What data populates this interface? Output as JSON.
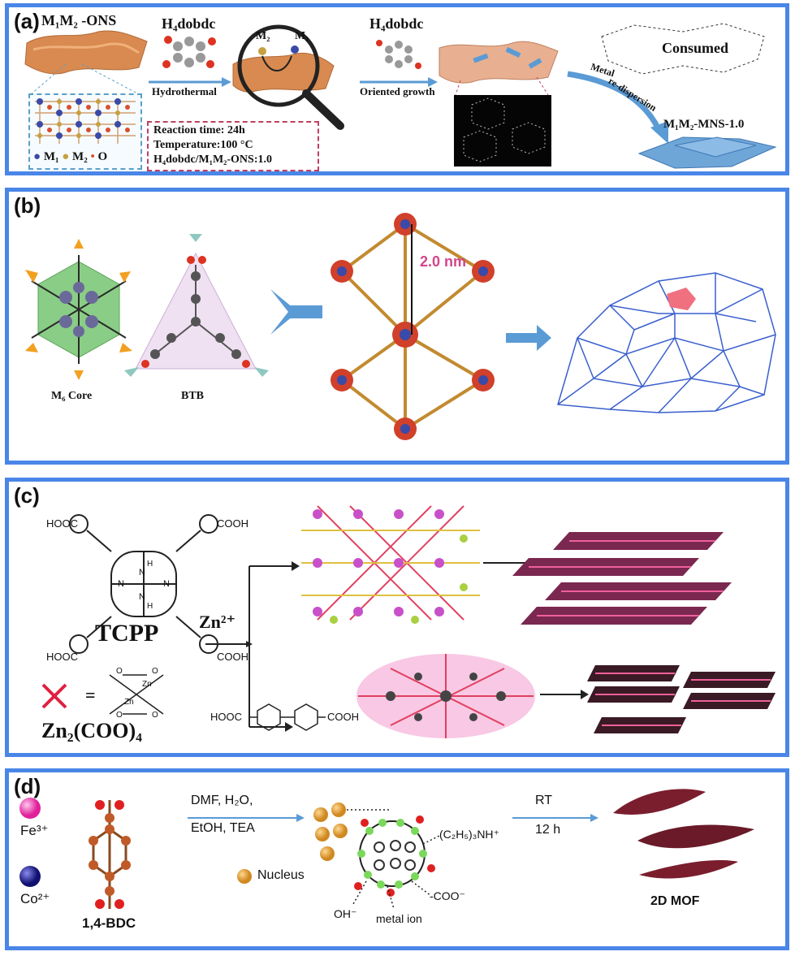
{
  "panels": {
    "a": {
      "label": "(a)",
      "ons_title": "M₁M₂ -ONS",
      "ligand1": "H₄dobdc",
      "step1": "Hydrothermal",
      "m2": "M₂",
      "m1": "M₁",
      "ligand2": "H₄dobdc",
      "step2": "Oriented growth",
      "metal_label": "Metal",
      "redispersion": "re-dispersion",
      "consumed": "Consumed",
      "product": "M₁M₂-MNS-1.0",
      "legend": [
        "M₁",
        "M₂",
        "O"
      ],
      "conditions": [
        "Reaction time: 24h",
        "Temperature:100 °C",
        "H₄dobdc/M₁M₂-ONS:1.0"
      ]
    },
    "b": {
      "label": "(b)",
      "core": "M₆ Core",
      "linker": "BTB",
      "pore": "2.0 nm"
    },
    "c": {
      "label": "(c)",
      "cooh_tl": "HOOC",
      "cooh_tr": "COOH",
      "cooh_bl": "HOOC",
      "cooh_br": "COOH",
      "nh_top": "H",
      "nh_bot": "H",
      "n_left": "N",
      "n_right": "N",
      "n_top": "N",
      "n_bot": "N",
      "tcpp": "TCPP",
      "metal": "Zn²⁺",
      "equals": "=",
      "zn_a": "Zn",
      "zn_b": "Zn",
      "o_labels": [
        "O",
        "O",
        "O",
        "O"
      ],
      "node": "Zn₂(COO)₄",
      "bpdc_left": "HOOC",
      "bpdc_right": "COOH"
    },
    "d": {
      "label": "(d)",
      "fe": "Fe³⁺",
      "co": "Co²⁺",
      "bdc": "1,4-BDC",
      "solvents1": "DMF, H₂O,",
      "solvents2": "EtOH, TEA",
      "nucleus": "Nucleus",
      "tea_cation": "(C₂H₅)₃NH⁺",
      "carboxylate": "-COO⁻",
      "hydroxide": "OH⁻",
      "metal_ion": "metal ion",
      "rt": "RT",
      "time": "12 h",
      "product": "2D MOF"
    }
  },
  "colors": {
    "frame": "#4a86e8",
    "arrow": "#5b9bd5",
    "pink_label": "#d4458a",
    "sheet_orange": "#d98a50",
    "mof_blue": "#3a5fcd"
  }
}
